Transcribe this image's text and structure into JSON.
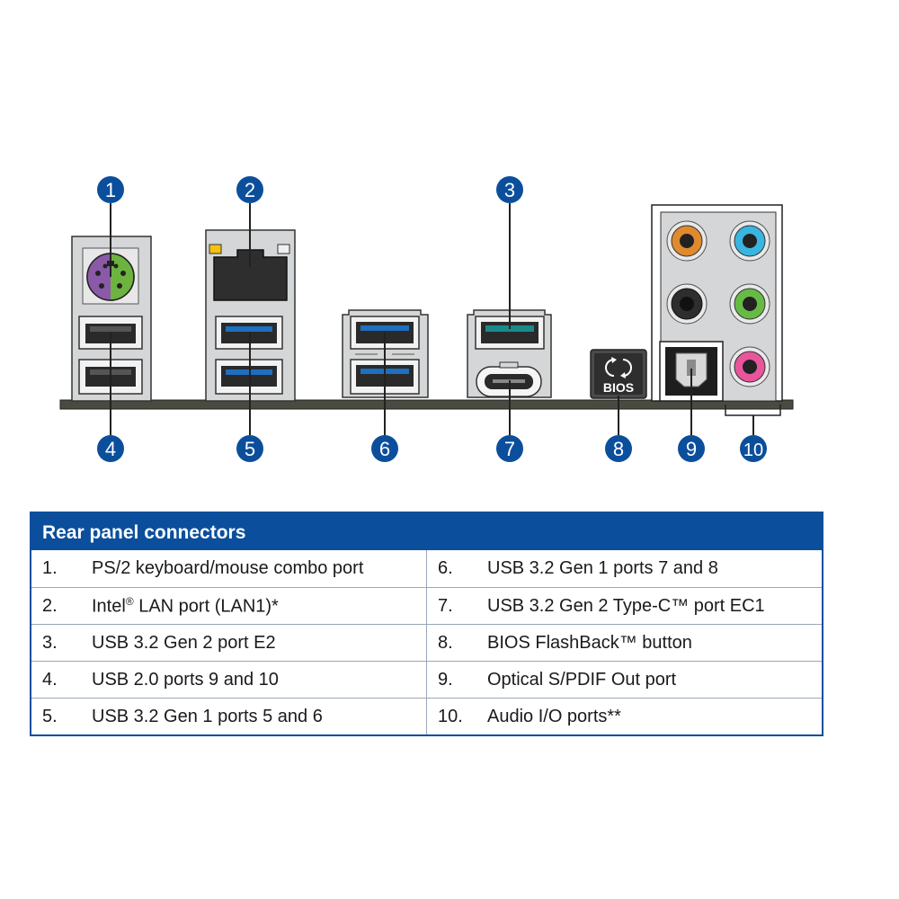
{
  "callouts": [
    "1",
    "2",
    "3",
    "4",
    "5",
    "6",
    "7",
    "8",
    "9",
    "10"
  ],
  "bios_label": "BIOS",
  "colors": {
    "accent_blue": "#0b4f9c",
    "ps2_purple": "#8a5aa8",
    "ps2_green": "#6db33f",
    "usb3_blue": "#1e6fc0",
    "usb_teal": "#1a8a8a",
    "audio_orange": "#e08a2e",
    "audio_cyan": "#39b5e0",
    "audio_green": "#67bb45",
    "audio_pink": "#e8559b",
    "led_yellow": "#f4c20d"
  },
  "table": {
    "title": "Rear panel connectors",
    "left": [
      {
        "num": "1.",
        "text": "PS/2 keyboard/mouse combo port",
        "suffix": ""
      },
      {
        "num": "2.",
        "text": "Intel",
        "sup": "®",
        "suffix": " LAN port (LAN1)*"
      },
      {
        "num": "3.",
        "text": "USB 3.2 Gen 2 port E2",
        "suffix": ""
      },
      {
        "num": "4.",
        "text": "USB 2.0 ports 9 and 10",
        "suffix": ""
      },
      {
        "num": "5.",
        "text": "USB 3.2 Gen 1 ports 5 and 6",
        "suffix": ""
      }
    ],
    "right": [
      {
        "num": "6.",
        "text": "USB 3.2 Gen 1 ports 7 and 8"
      },
      {
        "num": "7.",
        "text": "USB 3.2 Gen 2 Type-C™ port EC1"
      },
      {
        "num": "8.",
        "text": "BIOS FlashBack™ button"
      },
      {
        "num": "9.",
        "text": "Optical S/PDIF Out port"
      },
      {
        "num": "10.",
        "text": "Audio I/O ports**"
      }
    ]
  }
}
